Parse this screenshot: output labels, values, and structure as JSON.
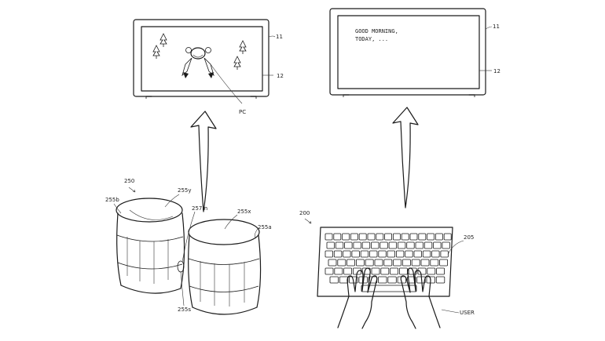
{
  "left_display": {
    "label_device": "11",
    "label_screen": "12",
    "label_character": "PC"
  },
  "right_display": {
    "label_device": "11",
    "label_screen": "12",
    "screen_text_line1": "GOOD MORNING,",
    "screen_text_line2": "TODAY, ..."
  },
  "drum_controller": {
    "label_main": "250",
    "label_left_drum": "255b",
    "label_left_top": "255y",
    "label_button": "257m",
    "label_right_top": "255x",
    "label_right_drum": "255a",
    "label_bottom": "255s"
  },
  "keyboard": {
    "label_main": "200",
    "label_keyboard": "205",
    "label_user": "USER"
  }
}
